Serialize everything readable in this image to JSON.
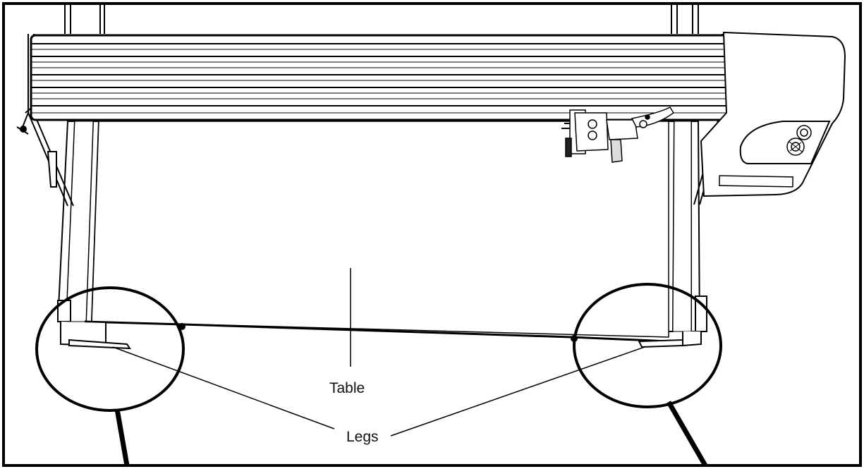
{
  "labels": {
    "table": "Table",
    "legs": "Legs"
  },
  "colors": {
    "line": "#000000",
    "fill": "#ffffff",
    "shade": "#e6e6e6",
    "dark": "#222222"
  },
  "icons": {
    "adjustment_knob": "knob-icon",
    "carriage": "tool-carriage"
  }
}
